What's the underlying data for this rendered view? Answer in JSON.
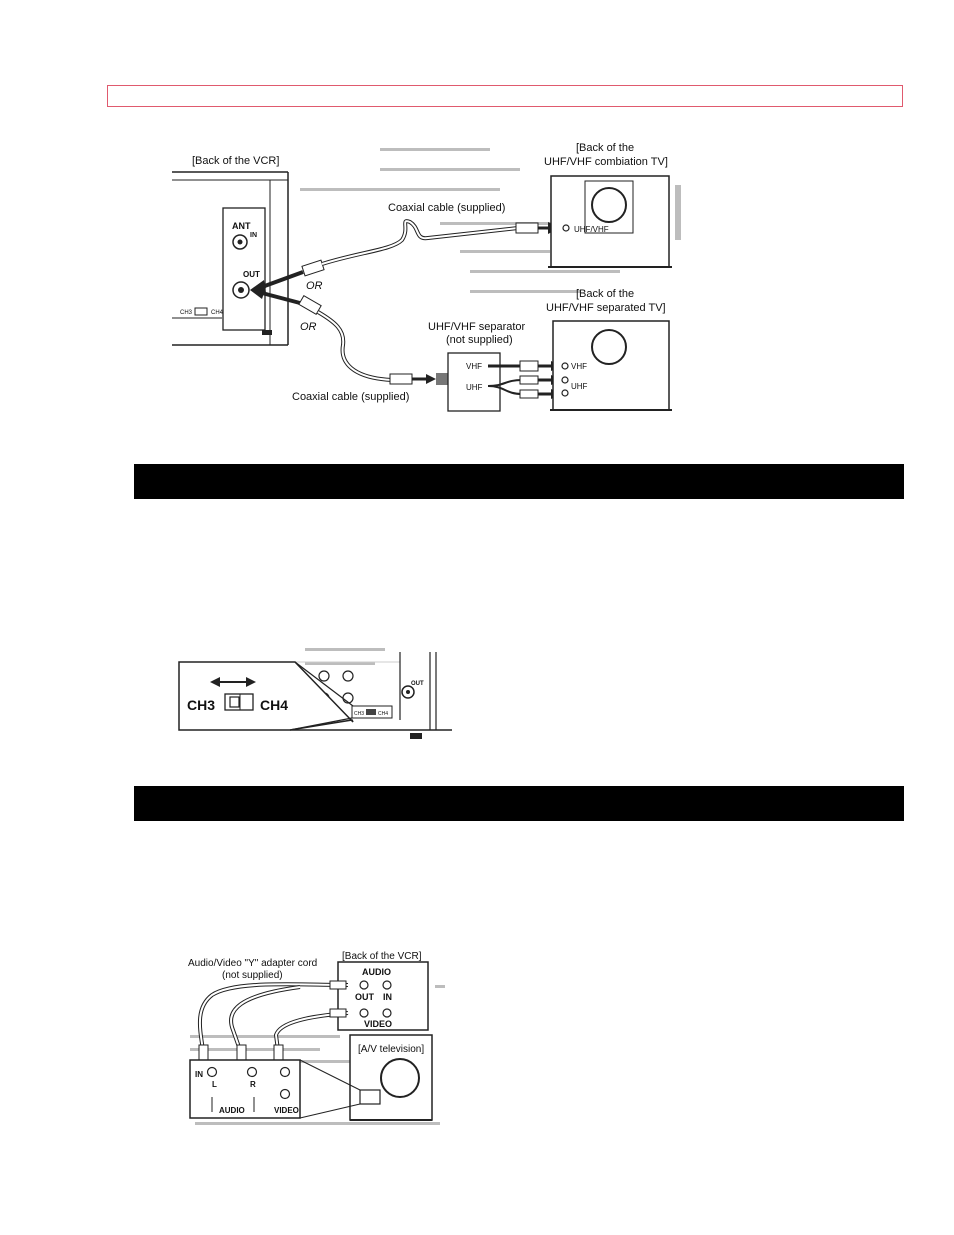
{
  "figure1": {
    "back_vcr_label": "[Back of the VCR]",
    "ant_label": "ANT",
    "in_label": "IN",
    "out_label": "OUT",
    "ch3_label": "CH3",
    "ch4_label": "CH4",
    "or_label_1": "OR",
    "or_label_2": "OR",
    "combo_tv_line1": "[Back of the",
    "combo_tv_line2": "UHF/VHF combiation TV]",
    "coax_top": "Coaxial cable (supplied)",
    "uhf_vhf_port": "UHF/VHF",
    "sep_tv_line1": "[Back of the",
    "sep_tv_line2": "UHF/VHF separated TV]",
    "separator_line1": "UHF/VHF separator",
    "separator_line2": "(not supplied)",
    "sep_vhf": "VHF",
    "sep_uhf": "UHF",
    "tv_vhf": "VHF",
    "tv_uhf": "UHF",
    "coax_bottom": "Coaxial cable (supplied)"
  },
  "figure2": {
    "ch3": "CH3",
    "ch4": "CH4",
    "out": "OUT",
    "small_ch3": "CH3",
    "small_ch4": "CH4"
  },
  "figure3": {
    "cord_line1": "Audio/Video \"Y\" adapter cord",
    "cord_line2": "(not supplied)",
    "back_vcr": "[Back of the VCR]",
    "audio": "AUDIO",
    "out": "OUT",
    "in": "IN",
    "video": "VIDEO",
    "av_tv": "[A/V television]",
    "panel_in": "IN",
    "panel_l": "L",
    "panel_r": "R",
    "panel_audio": "AUDIO",
    "panel_video": "VIDEO"
  }
}
